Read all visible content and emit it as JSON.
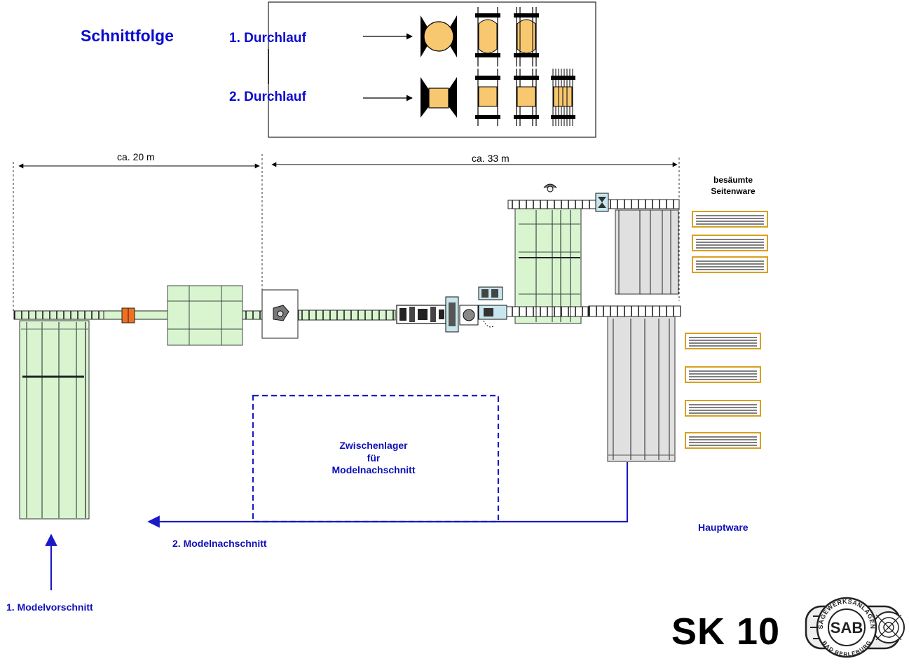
{
  "legend": {
    "title": "Schnittfolge",
    "pass1": "1. Durchlauf",
    "pass2": "2. Durchlauf"
  },
  "dimensions": {
    "left": "ca. 20 m",
    "right": "ca. 33 m"
  },
  "labels": {
    "side_boards": "besäumte\nSeitenware",
    "side_boards_l1": "besäumte",
    "side_boards_l2": "Seitenware",
    "storage_l1": "Zwischenlager",
    "storage_l2": "für",
    "storage_l3": "Modelnachschnitt",
    "main_product": "Hauptware",
    "second_cut": "2. Modelnachschnitt",
    "first_cut": "1. Modelvorschnitt"
  },
  "title": "SK 10",
  "logo": {
    "ring_text": "SÄGEWERKSANLAGEN",
    "center": "SAB",
    "bottom": "BAD BERLEBURG"
  },
  "colors": {
    "legend_blue": "#0a0ad0",
    "label_blue": "#1010b8",
    "flow_blue": "#1a1ac8",
    "conveyor_green": "#d8f5d0",
    "table_gray": "#e0e0e0",
    "log_orange": "#f8c870",
    "board_gold": "#d8a020",
    "marker_orange": "#f07020",
    "machine_blue": "#c8e6ee"
  }
}
